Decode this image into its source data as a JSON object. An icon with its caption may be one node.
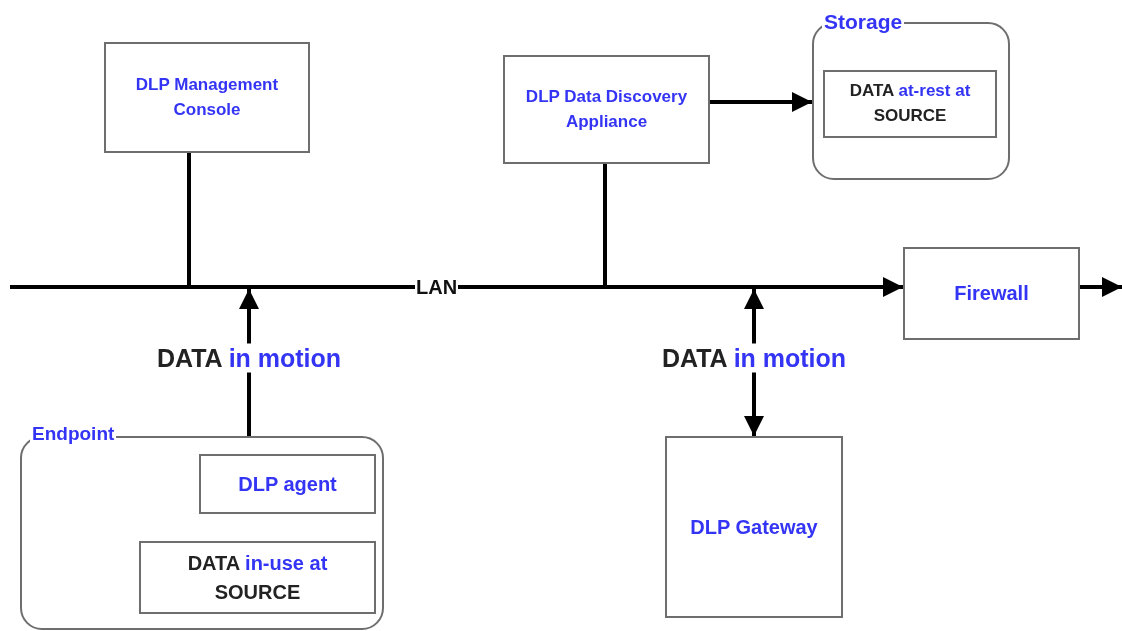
{
  "diagram": {
    "nodes": [
      {
        "text": [
          "DLP Management Console"
        ]
      },
      {
        "text": [
          "DLP Data Discovery Appliance"
        ]
      },
      {
        "text": [
          "Storage"
        ]
      },
      {
        "text": [
          "DATA",
          "at-rest at",
          "SOURCE"
        ],
        "in": 2
      },
      {
        "text": [
          "Firewall"
        ]
      },
      {
        "text": [
          "Endpoint"
        ]
      },
      {
        "text": [
          "DLP agent"
        ],
        "in": 5
      },
      {
        "text": [
          "DATA",
          "in-use at",
          "SOURCE"
        ],
        "in": 5
      },
      {
        "text": [
          "DLP Gateway"
        ]
      },
      {
        "text": [
          "LAN"
        ]
      }
    ],
    "edges": [
      {
        "from": 0,
        "to": 9,
        "arrow": "none"
      },
      {
        "from": 1,
        "to": 9,
        "arrow": "none"
      },
      {
        "from": 1,
        "to": 2,
        "arrow": "to"
      },
      {
        "from": 9,
        "to": 4,
        "arrow": "to"
      },
      {
        "from": 4,
        "to": null,
        "arrow": "to"
      },
      {
        "from": 5,
        "to": 9,
        "arrow": "to",
        "label": "DATA in motion"
      },
      {
        "from": 8,
        "to": 9,
        "arrow": "both",
        "label": "DATA in motion"
      }
    ]
  }
}
